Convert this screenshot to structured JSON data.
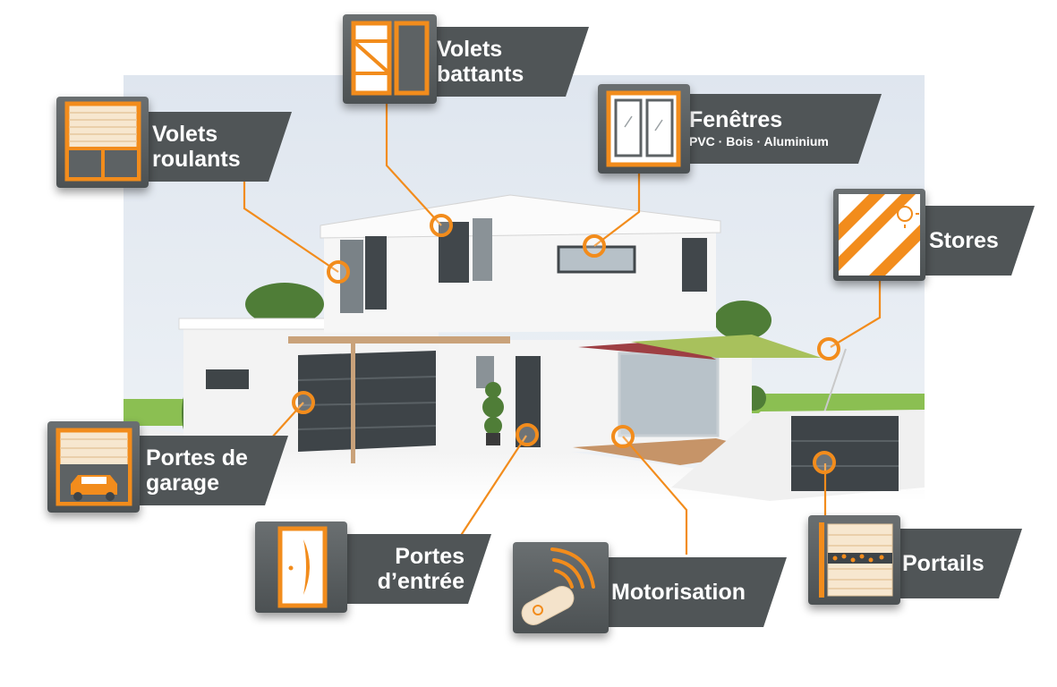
{
  "colors": {
    "accent": "#f28c1c",
    "panel": "#505557",
    "tile": "#5d6264",
    "sky": "#e3e9f1",
    "wall": "#f4f4f4",
    "dark_grey": "#3f4548",
    "grass": "#8bbf52"
  },
  "labels": {
    "volets_battants": {
      "line1": "Volets",
      "line2": "battants",
      "icon": "hinged-shutter-icon"
    },
    "volets_roulants": {
      "line1": "Volets",
      "line2": "roulants",
      "icon": "roller-shutter-icon"
    },
    "fenetres": {
      "line1": "Fenêtres",
      "line2": "PVC · Bois · Aluminium",
      "icon": "window-icon"
    },
    "stores": {
      "line1": "Stores",
      "icon": "awning-sun-icon"
    },
    "portes_garage": {
      "line1": "Portes de",
      "line2": "garage",
      "icon": "garage-car-icon"
    },
    "portes_entree": {
      "line1": "Portes",
      "line2": "d’entrée",
      "icon": "front-door-icon"
    },
    "motorisation": {
      "line1": "Motorisation",
      "icon": "remote-control-icon"
    },
    "portails": {
      "line1": "Portails",
      "icon": "gate-icon"
    }
  }
}
